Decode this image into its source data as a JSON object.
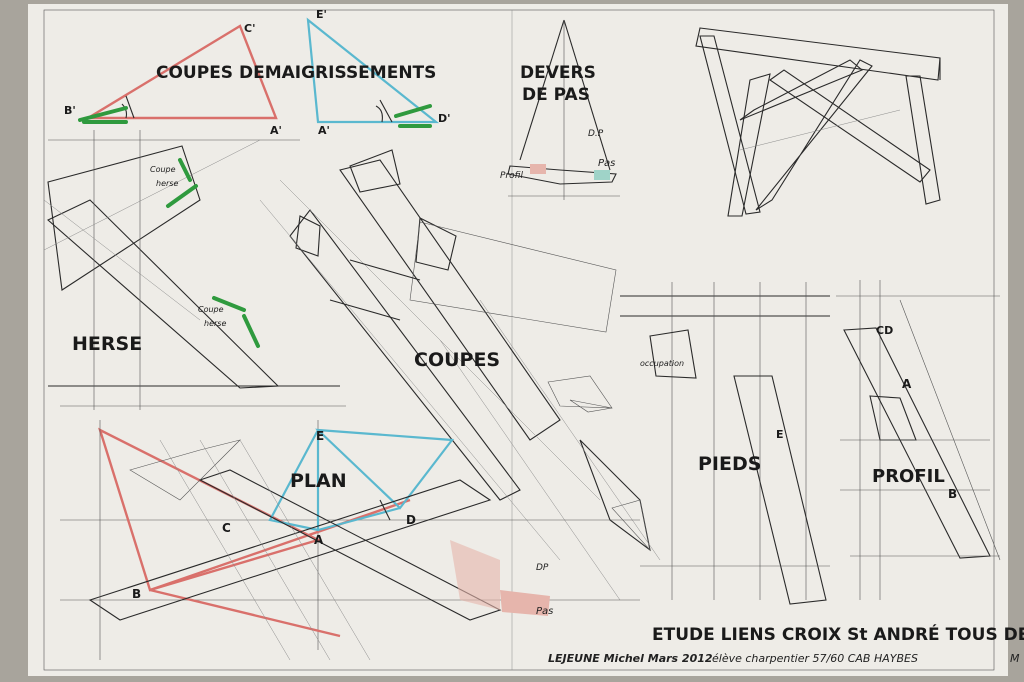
{
  "sheet": {
    "paper_color": "#eeece7",
    "ink_color": "#1a1a1a",
    "accent_colors": {
      "red": "#d9706b",
      "blue": "#5ab8cf",
      "green": "#2f9a3e"
    }
  },
  "labels": {
    "coupes_demaigrissements": "COUPES DEMAIGRISSEMENTS",
    "devers_line1": "DEVERS",
    "devers_line2": "DE PAS",
    "herse": "HERSE",
    "coupes": "COUPES",
    "plan": "PLAN",
    "pieds": "PIEDS",
    "profil": "PROFIL",
    "title": "ETUDE LIENS CROIX St ANDRÉ TOUS DEVERS",
    "author": "LEJEUNE Michel Mars 2012",
    "school": "élève charpentier 57/60 CAB HAYBES",
    "corner_mark": "M"
  },
  "small_notes": {
    "coupe_herse_1a": "Coupe",
    "coupe_herse_1b": "herse",
    "coupe_herse_2a": "Coupe",
    "coupe_herse_2b": "herse",
    "profil_small": "Profil",
    "pas_small": "Pas",
    "dp_small": "D.P",
    "occupation": "occupation",
    "pas_plan": "Pas",
    "dp_plan": "DP"
  },
  "points": {
    "c_prime": "C'",
    "e_prime": "E'",
    "b_prime": "B'",
    "a_prime_1": "A'",
    "a_prime_2": "A'",
    "d_prime": "D'",
    "e": "E",
    "c": "C",
    "a": "A",
    "d": "D",
    "b": "B",
    "cd": "CD",
    "a_profil": "A",
    "b_profil": "B",
    "e_pieds": "E"
  }
}
